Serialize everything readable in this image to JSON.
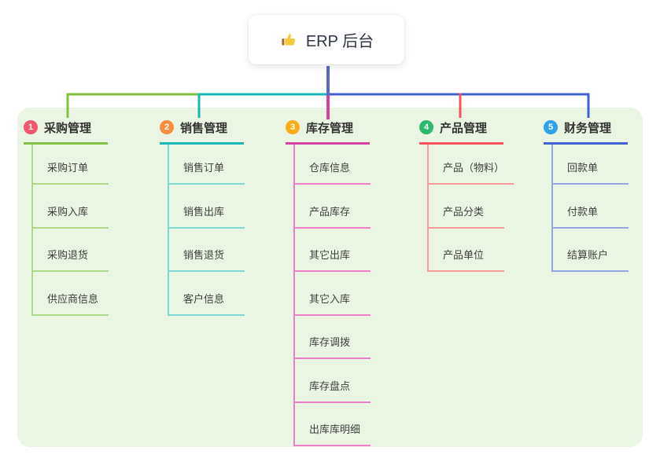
{
  "root": {
    "title": "ERP 后台",
    "icon": "thumbs-up-icon"
  },
  "theme": {
    "page_bg": "#ffffff",
    "panel_bg": "#eaf6e3",
    "root_line_color": "#5b68c8",
    "root_text_color": "#2f3542",
    "header_text_color": "#333333",
    "child_text_color": "#3f3f3f",
    "thumb_hand_color": "#f8c93e",
    "thumb_cuff_color": "#a96a2d"
  },
  "branches": [
    {
      "num": "1",
      "title": "采购管理",
      "badge_color": "#f4566e",
      "color": "#84c142",
      "child_color": "#b0d88a",
      "children": [
        "采购订单",
        "采购入库",
        "采购退货",
        "供应商信息"
      ]
    },
    {
      "num": "2",
      "title": "销售管理",
      "badge_color": "#fb8d41",
      "color": "#17b9b4",
      "child_color": "#80d8d2",
      "children": [
        "销售订单",
        "销售出库",
        "销售退货",
        "客户信息"
      ]
    },
    {
      "num": "3",
      "title": "库存管理",
      "badge_color": "#f9ae17",
      "color": "#d6439f",
      "child_color": "#ee7ec6",
      "children": [
        "仓库信息",
        "产品库存",
        "其它出库",
        "其它入库",
        "库存调拨",
        "库存盘点",
        "出库库明细"
      ]
    },
    {
      "num": "4",
      "title": "产品管理",
      "badge_color": "#2cb96c",
      "color": "#f7525a",
      "child_color": "#f99b9b",
      "children": [
        "产品（物料）",
        "产品分类",
        "产品单位"
      ]
    },
    {
      "num": "5",
      "title": "财务管理",
      "badge_color": "#2ea2ea",
      "color": "#4161d2",
      "child_color": "#94a6e2",
      "children": [
        "回款单",
        "付款单",
        "结算账户"
      ]
    }
  ]
}
